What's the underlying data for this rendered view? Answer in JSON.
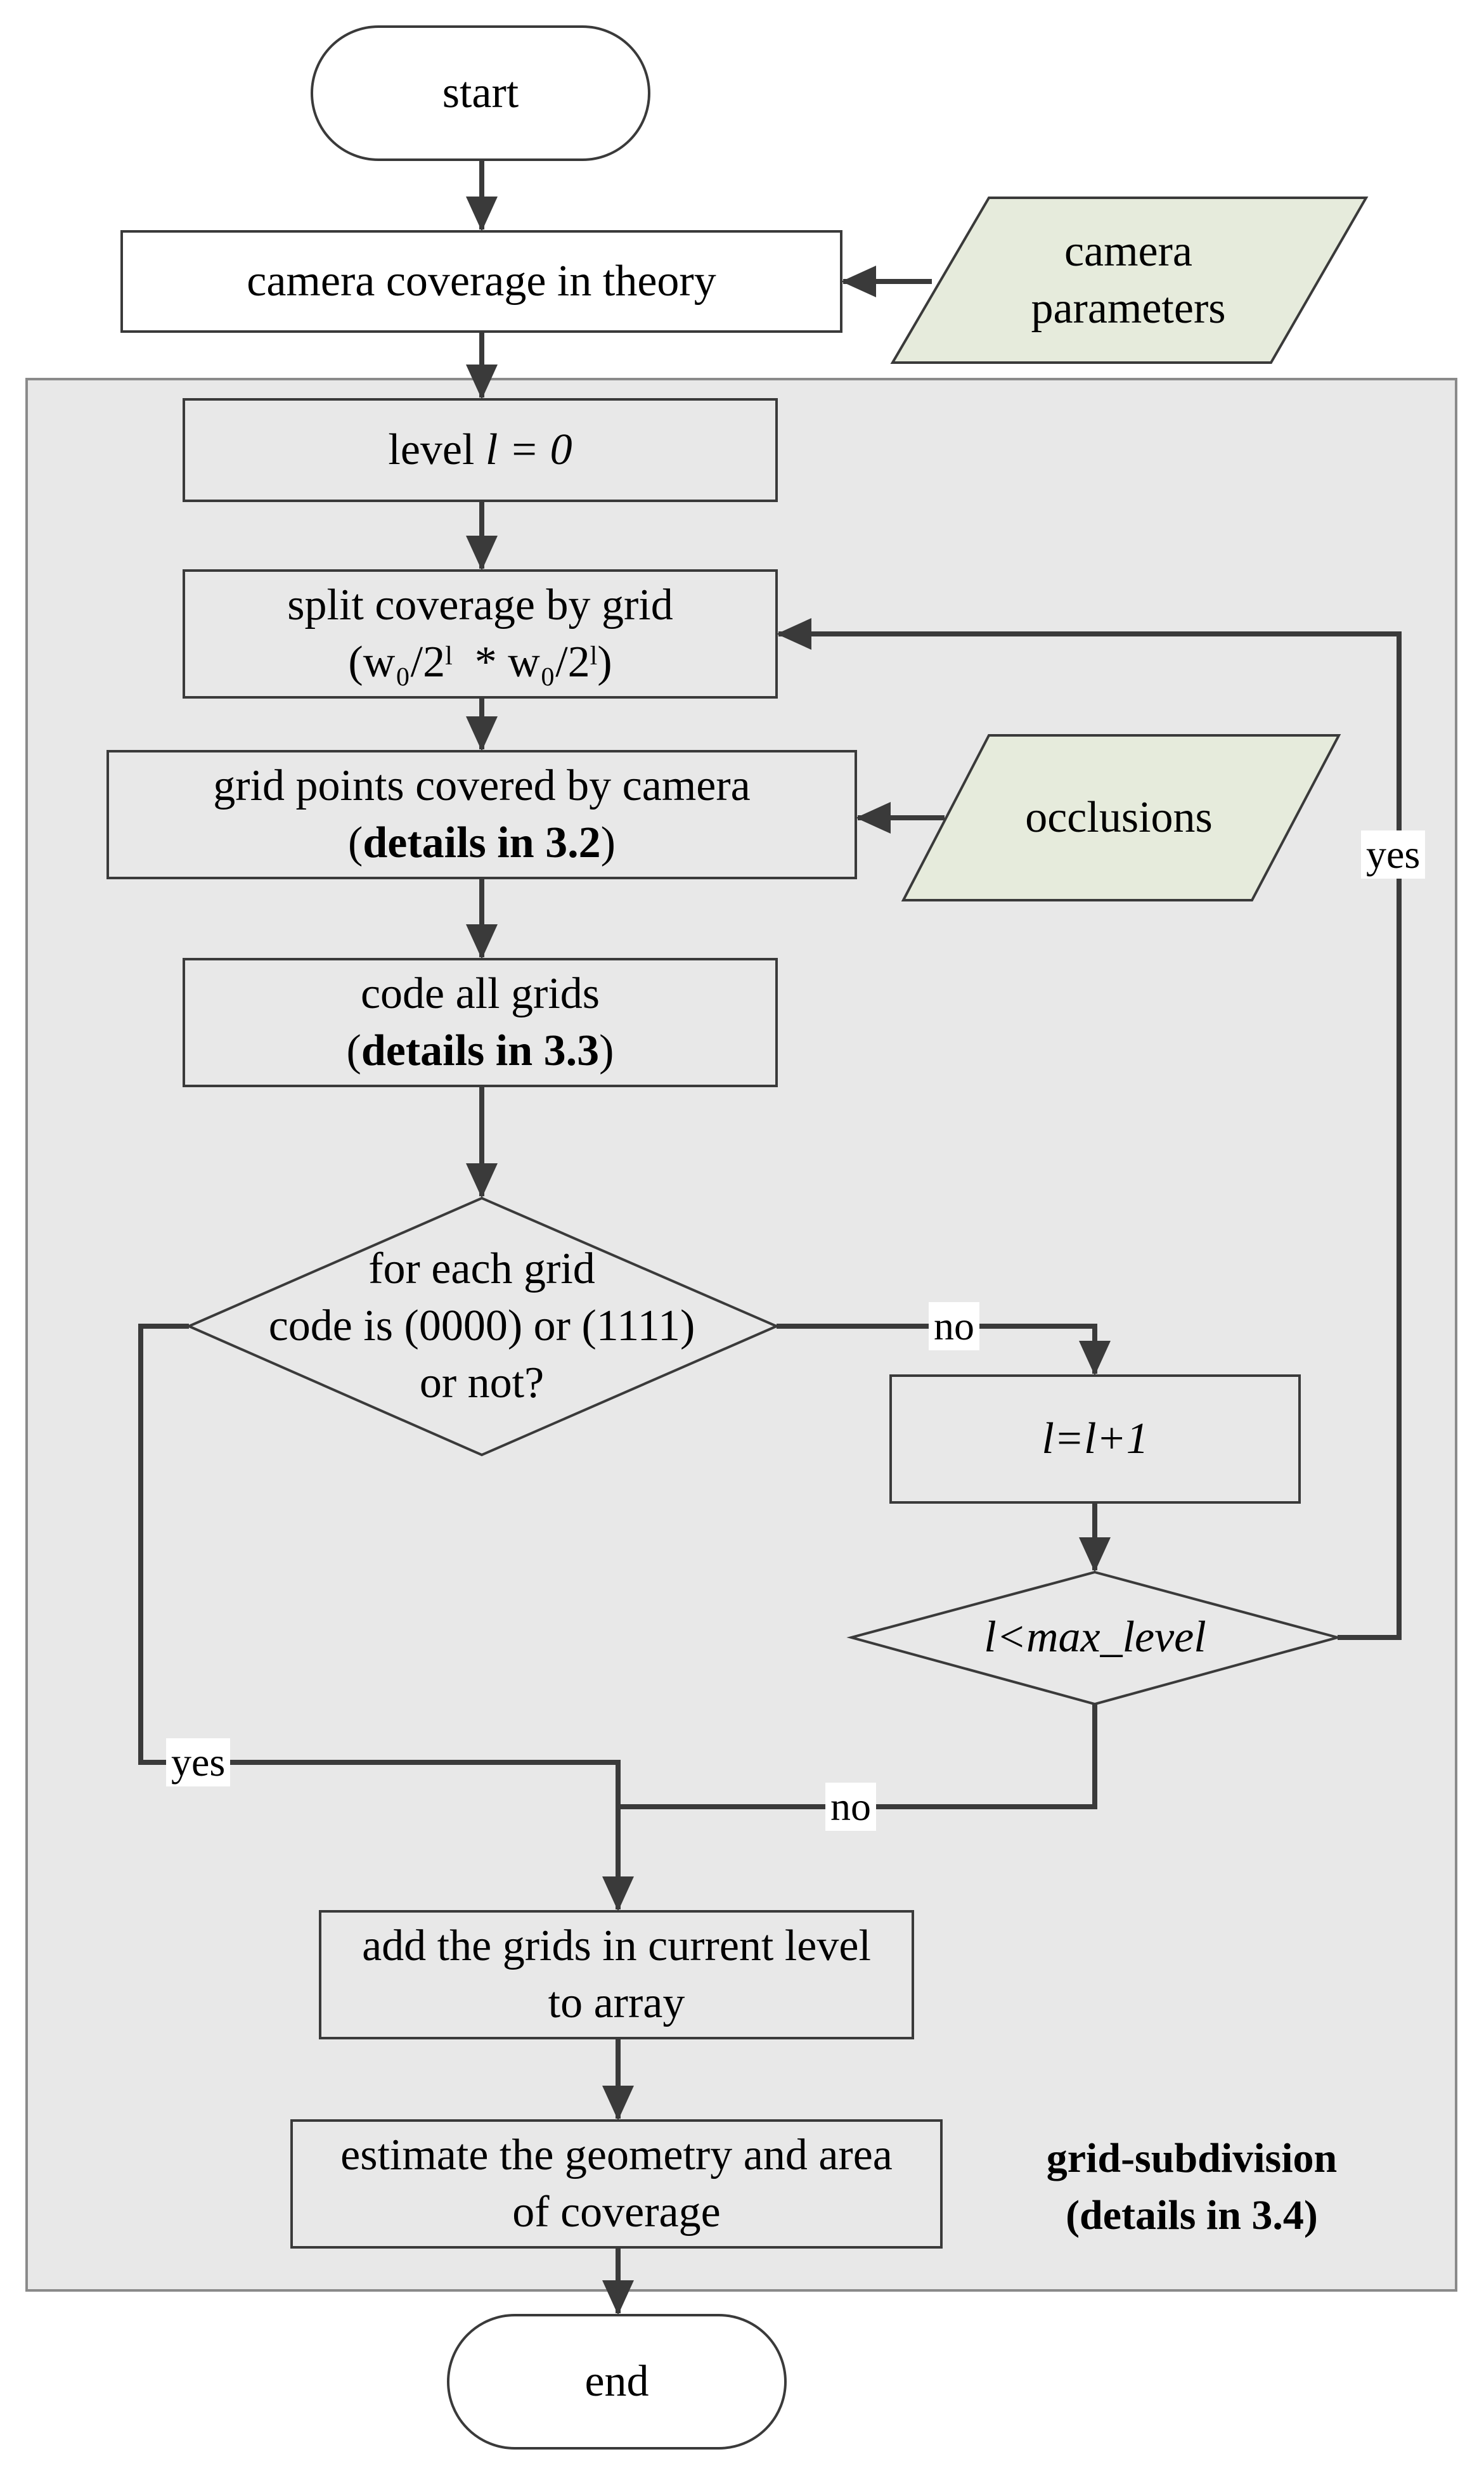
{
  "colors": {
    "box_fill": "#ffffff",
    "group_fill": "#e8e8e8",
    "input_fill": "#e6ebdc",
    "line": "#3a3a3a"
  },
  "nodes": {
    "start": "start",
    "camera_coverage": "camera coverage in theory",
    "camera_parameters": [
      "camera",
      "parameters"
    ],
    "level_prefix": "level ",
    "level_var": "l = 0",
    "split": {
      "line1": "split coverage by grid",
      "line2": "(w₀/2ˡ  * w₀/2ˡ)"
    },
    "grid_points": {
      "line1": "grid points covered by camera",
      "paren_open": "(",
      "bold": "details in 3.2",
      "paren_close": ")"
    },
    "occlusions": "occlusions",
    "code_grids": {
      "line1": "code all grids",
      "paren_open": "(",
      "bold": "details in 3.3",
      "paren_close": ")"
    },
    "decision": [
      "for each grid",
      "code is (0000) or (1111)",
      "or not?"
    ],
    "increment": "l=l+1",
    "max_level": "l<max_level",
    "add_grids": [
      "add the grids in current level",
      "to array"
    ],
    "estimate": [
      "estimate the geometry and area",
      "of coverage"
    ],
    "end": "end"
  },
  "edge_labels": {
    "decision_no": "no",
    "decision_yes": "yes",
    "loop_yes": "yes",
    "max_no": "no"
  },
  "group_label": [
    "grid-subdivision",
    "(details in 3.4)"
  ]
}
